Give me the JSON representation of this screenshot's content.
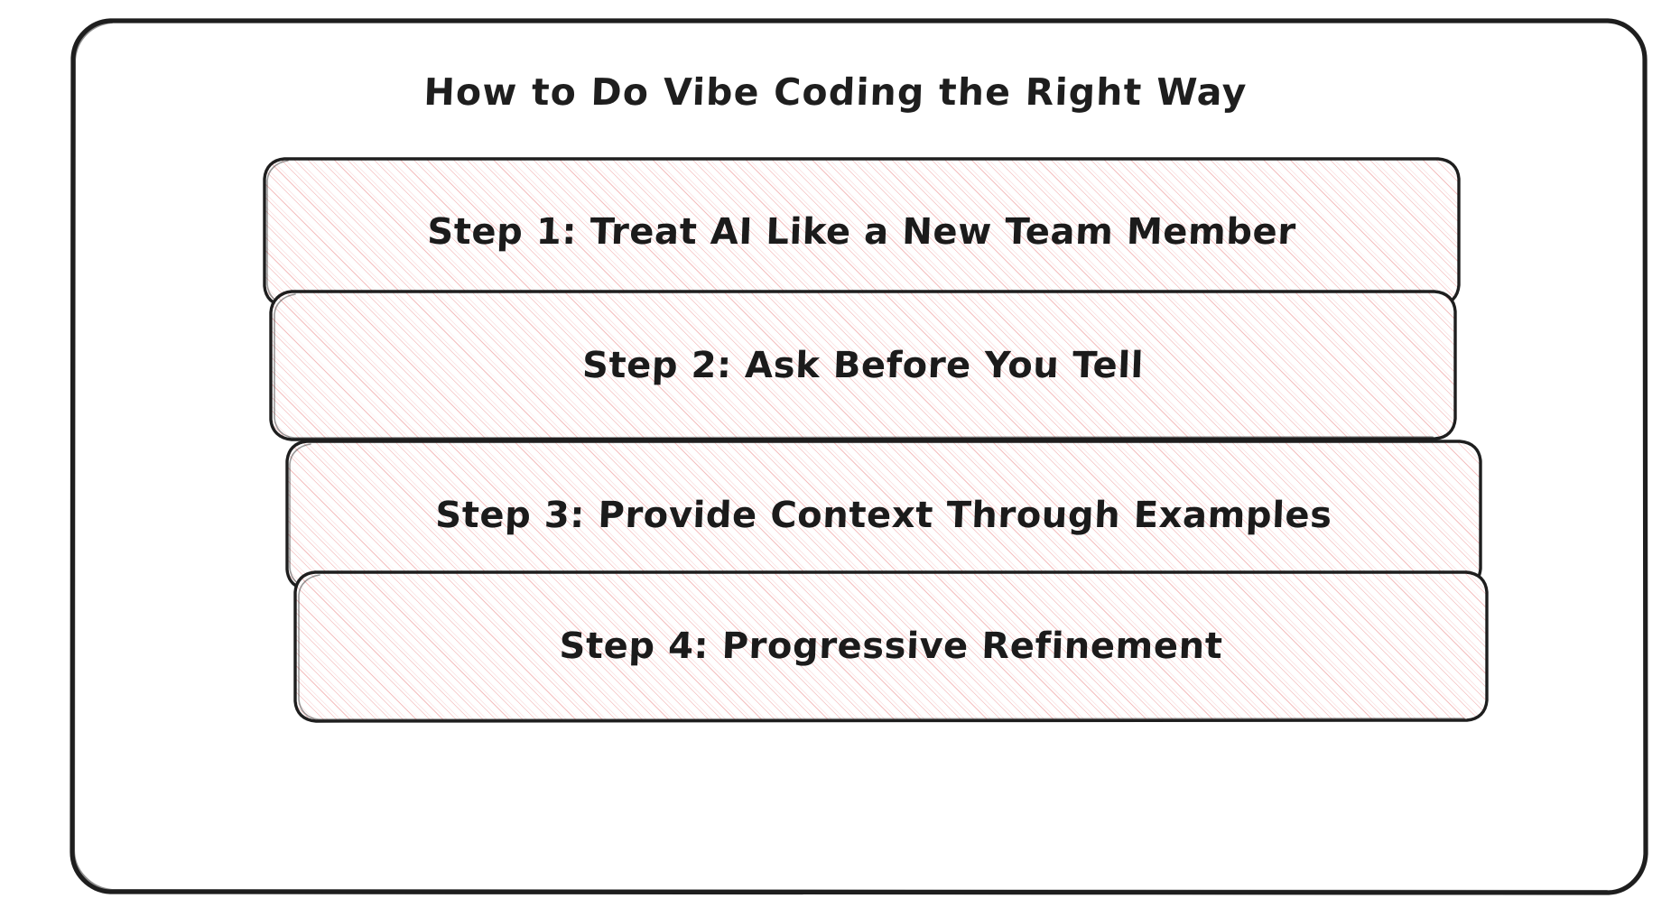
{
  "diagram": {
    "title": "How to Do Vibe Coding the Right Way",
    "style": {
      "stroke_color": "#1e1e1e",
      "hatch_color": "#e87c7c",
      "background": "#ffffff",
      "text_color": "#1b1b1b"
    },
    "steps": [
      {
        "label": "Step 1: Treat AI Like a New Team Member"
      },
      {
        "label": "Step 2: Ask Before You Tell"
      },
      {
        "label": "Step 3: Provide Context Through Examples"
      },
      {
        "label": "Step 4: Progressive Refinement"
      }
    ]
  }
}
